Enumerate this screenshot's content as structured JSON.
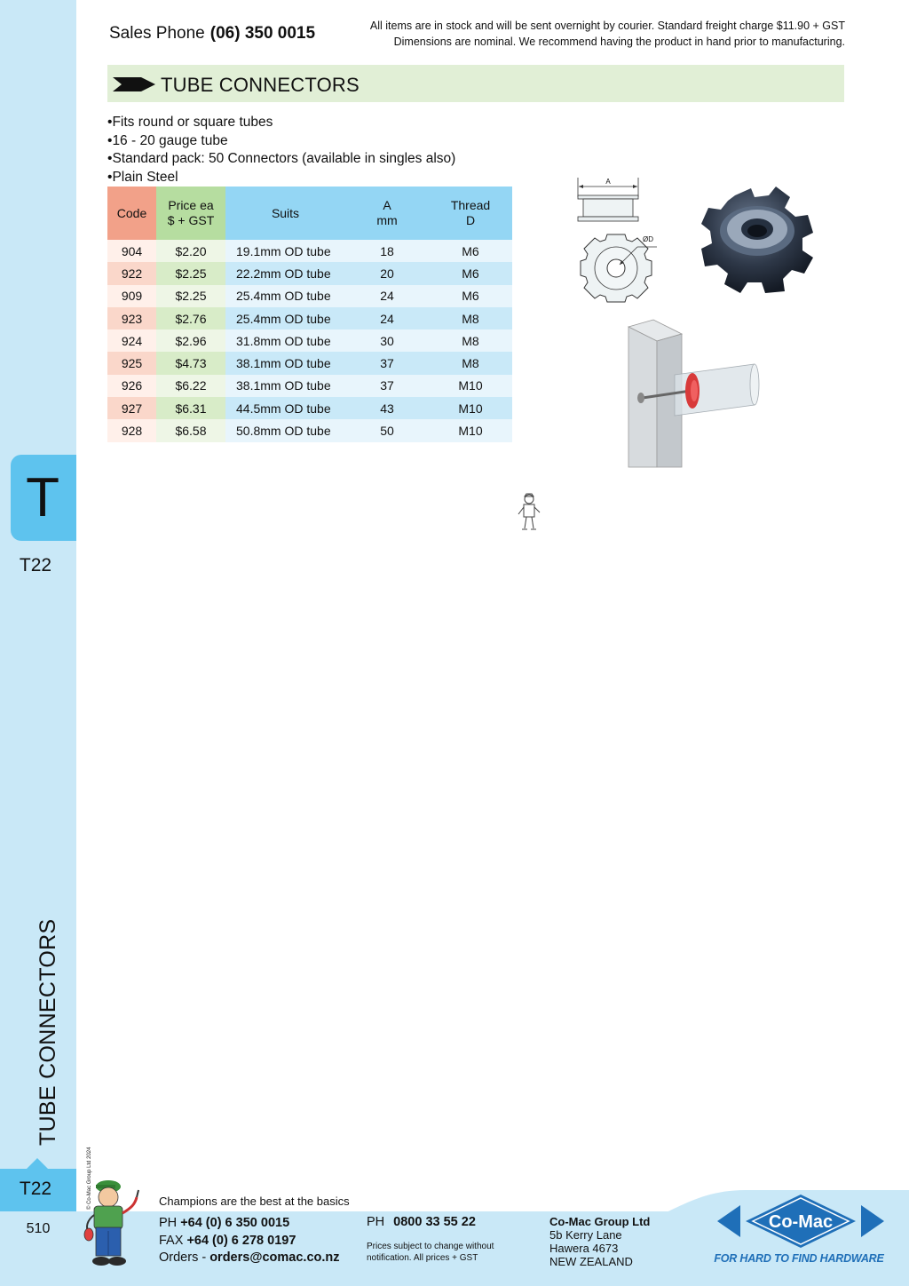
{
  "header": {
    "sales_label": "Sales Phone",
    "sales_number": "(06) 350 0015",
    "note_line1": "All items are in stock and will be sent overnight by courier. Standard freight charge $11.90 + GST",
    "note_line2": "Dimensions are nominal. We recommend having the product in hand prior to manufacturing."
  },
  "sidebar": {
    "section_letter": "T",
    "page_code_top": "T22",
    "section_name": "TUBE CONNECTORS",
    "page_code_bottom": "T22",
    "page_number": "510",
    "copyright": "© Co-Mac Group Ltd 2024"
  },
  "title": "TUBE CONNECTORS",
  "features": [
    "Fits round or square tubes",
    "16 - 20 gauge tube",
    "Standard pack: 50 Connectors (available in singles also)",
    "Plain Steel"
  ],
  "table": {
    "headers": {
      "code": "Code",
      "price_line1": "Price ea",
      "price_line2": "$ + GST",
      "suits": "Suits",
      "a_line1": "A",
      "a_line2": "mm",
      "thread_line1": "Thread",
      "thread_line2": "D"
    },
    "rows": [
      {
        "code": "904",
        "price": "$2.20",
        "suits": "19.1mm OD tube",
        "a": "18",
        "thread": "M6"
      },
      {
        "code": "922",
        "price": "$2.25",
        "suits": "22.2mm OD tube",
        "a": "20",
        "thread": "M6"
      },
      {
        "code": "909",
        "price": "$2.25",
        "suits": "25.4mm OD tube",
        "a": "24",
        "thread": "M6"
      },
      {
        "code": "923",
        "price": "$2.76",
        "suits": "25.4mm OD tube",
        "a": "24",
        "thread": "M8"
      },
      {
        "code": "924",
        "price": "$2.96",
        "suits": "31.8mm OD tube",
        "a": "30",
        "thread": "M8"
      },
      {
        "code": "925",
        "price": "$4.73",
        "suits": "38.1mm OD tube",
        "a": "37",
        "thread": "M8"
      },
      {
        "code": "926",
        "price": "$6.22",
        "suits": "38.1mm OD tube",
        "a": "37",
        "thread": "M10"
      },
      {
        "code": "927",
        "price": "$6.31",
        "suits": "44.5mm OD tube",
        "a": "43",
        "thread": "M10"
      },
      {
        "code": "928",
        "price": "$6.58",
        "suits": "50.8mm OD tube",
        "a": "50",
        "thread": "M10"
      }
    ]
  },
  "diagram": {
    "label_a": "A",
    "label_d": "ØD"
  },
  "footer": {
    "tagline": "Champions are the best at the basics",
    "ph_label": "PH",
    "ph_number": "+64 (0) 6 350 0015",
    "fax_label": "FAX",
    "fax_number": "+64 (0) 6 278 0197",
    "orders_label": "Orders -",
    "orders_email": "orders@comac.co.nz",
    "freephone_label": "PH",
    "freephone_number": "0800 33 55 22",
    "disclaimer_line1": "Prices subject to change without",
    "disclaimer_line2": "notification. All prices + GST",
    "company": "Co-Mac Group Ltd",
    "address_line1": "5b Kerry Lane",
    "address_line2": "Hawera 4673",
    "address_line3": "NEW ZEALAND",
    "logo_text": "Co-Mac",
    "logo_tagline": "FOR HARD TO FIND HARDWARE"
  },
  "colors": {
    "sidebar": "#c9e8f7",
    "tab": "#5ec3ee",
    "title_bar": "#e1efd6",
    "code_header": "#f2a189",
    "price_header": "#b6dda0",
    "blue_header": "#94d6f4",
    "logo_blue": "#1f6fb8"
  }
}
